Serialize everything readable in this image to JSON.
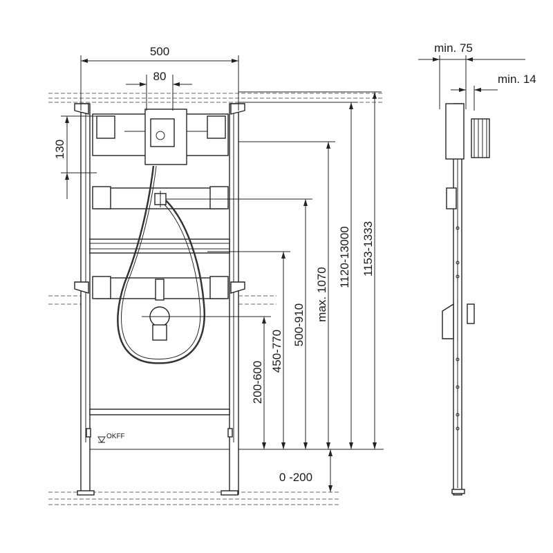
{
  "drawing": {
    "top": {
      "width_total": "500",
      "width_inner": "80"
    },
    "left": {
      "height_130": "130"
    },
    "vertical": {
      "d1": "200-600",
      "d2": "450-770",
      "d3": "500-910",
      "d4": "max. 1070",
      "d5": "1120-13000",
      "d6": "1153-1333",
      "floor_adjust": "0 -200"
    },
    "floor_label": "OKFF",
    "side": {
      "min75": "min. 75",
      "min14": "min. 14"
    }
  }
}
